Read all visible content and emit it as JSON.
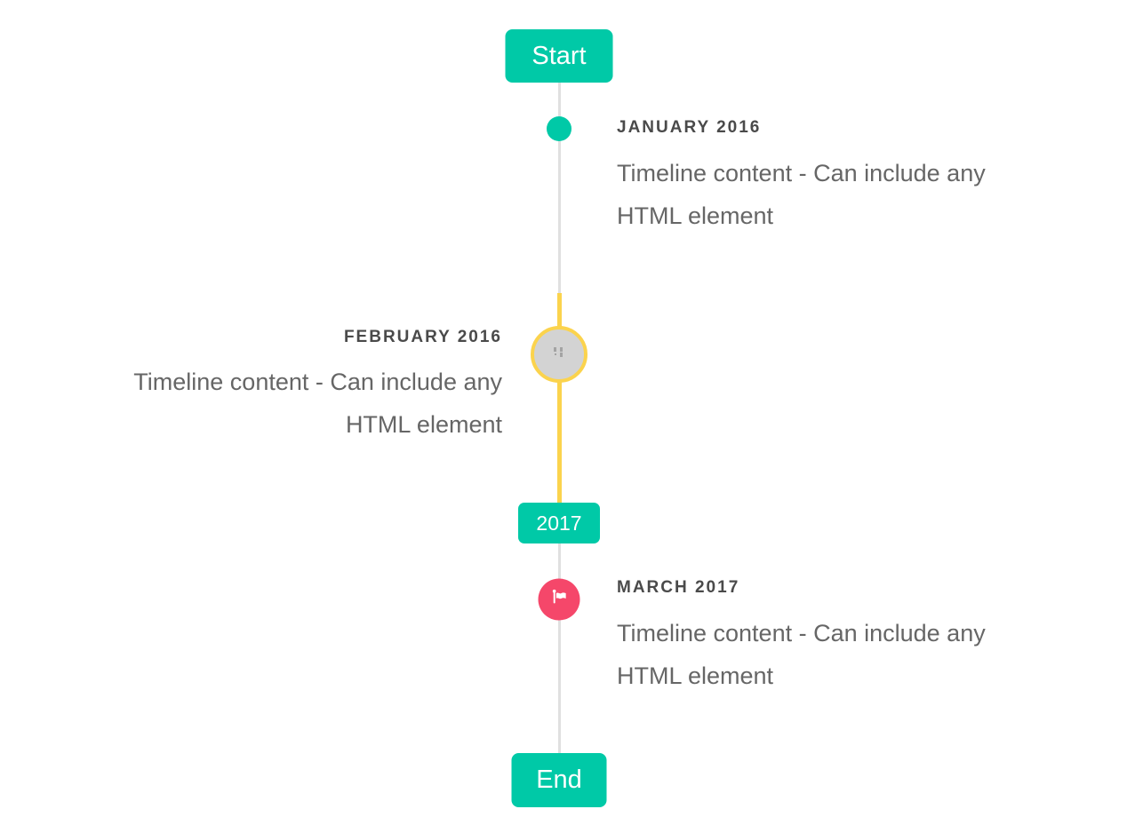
{
  "timeline": {
    "start_badge": "Start",
    "year_badge": "2017",
    "end_badge": "End",
    "items": [
      {
        "title": "JANUARY 2016",
        "content": "Timeline content - Can include any HTML element",
        "content_lines": [
          "Timeline content - Can include any",
          "HTML element"
        ],
        "side": "right",
        "marker": "teal-dot"
      },
      {
        "title": "FEBRUARY 2016",
        "content": "Timeline content - Can include any HTML element",
        "content_lines": [
          "Timeline content - Can include any",
          "HTML element"
        ],
        "side": "left",
        "marker": "image-placeholder-circle-yellow-ring"
      },
      {
        "title": "MARCH 2017",
        "content": "Timeline content - Can include any HTML element",
        "content_lines": [
          "Timeline content - Can include any",
          "HTML element"
        ],
        "side": "right",
        "marker": "pink-flag-circle"
      }
    ],
    "icons": {
      "flag": "flag-icon",
      "broken_image": "broken-image-icon"
    },
    "colors": {
      "accent_teal": "#00c9a7",
      "accent_yellow": "#fbd34d",
      "accent_pink": "#f5476a",
      "line_gray": "#e0e0e0",
      "marker_fill_gray": "#d3d3d3",
      "title_text": "#4a4a4a",
      "content_text": "#666666"
    }
  }
}
